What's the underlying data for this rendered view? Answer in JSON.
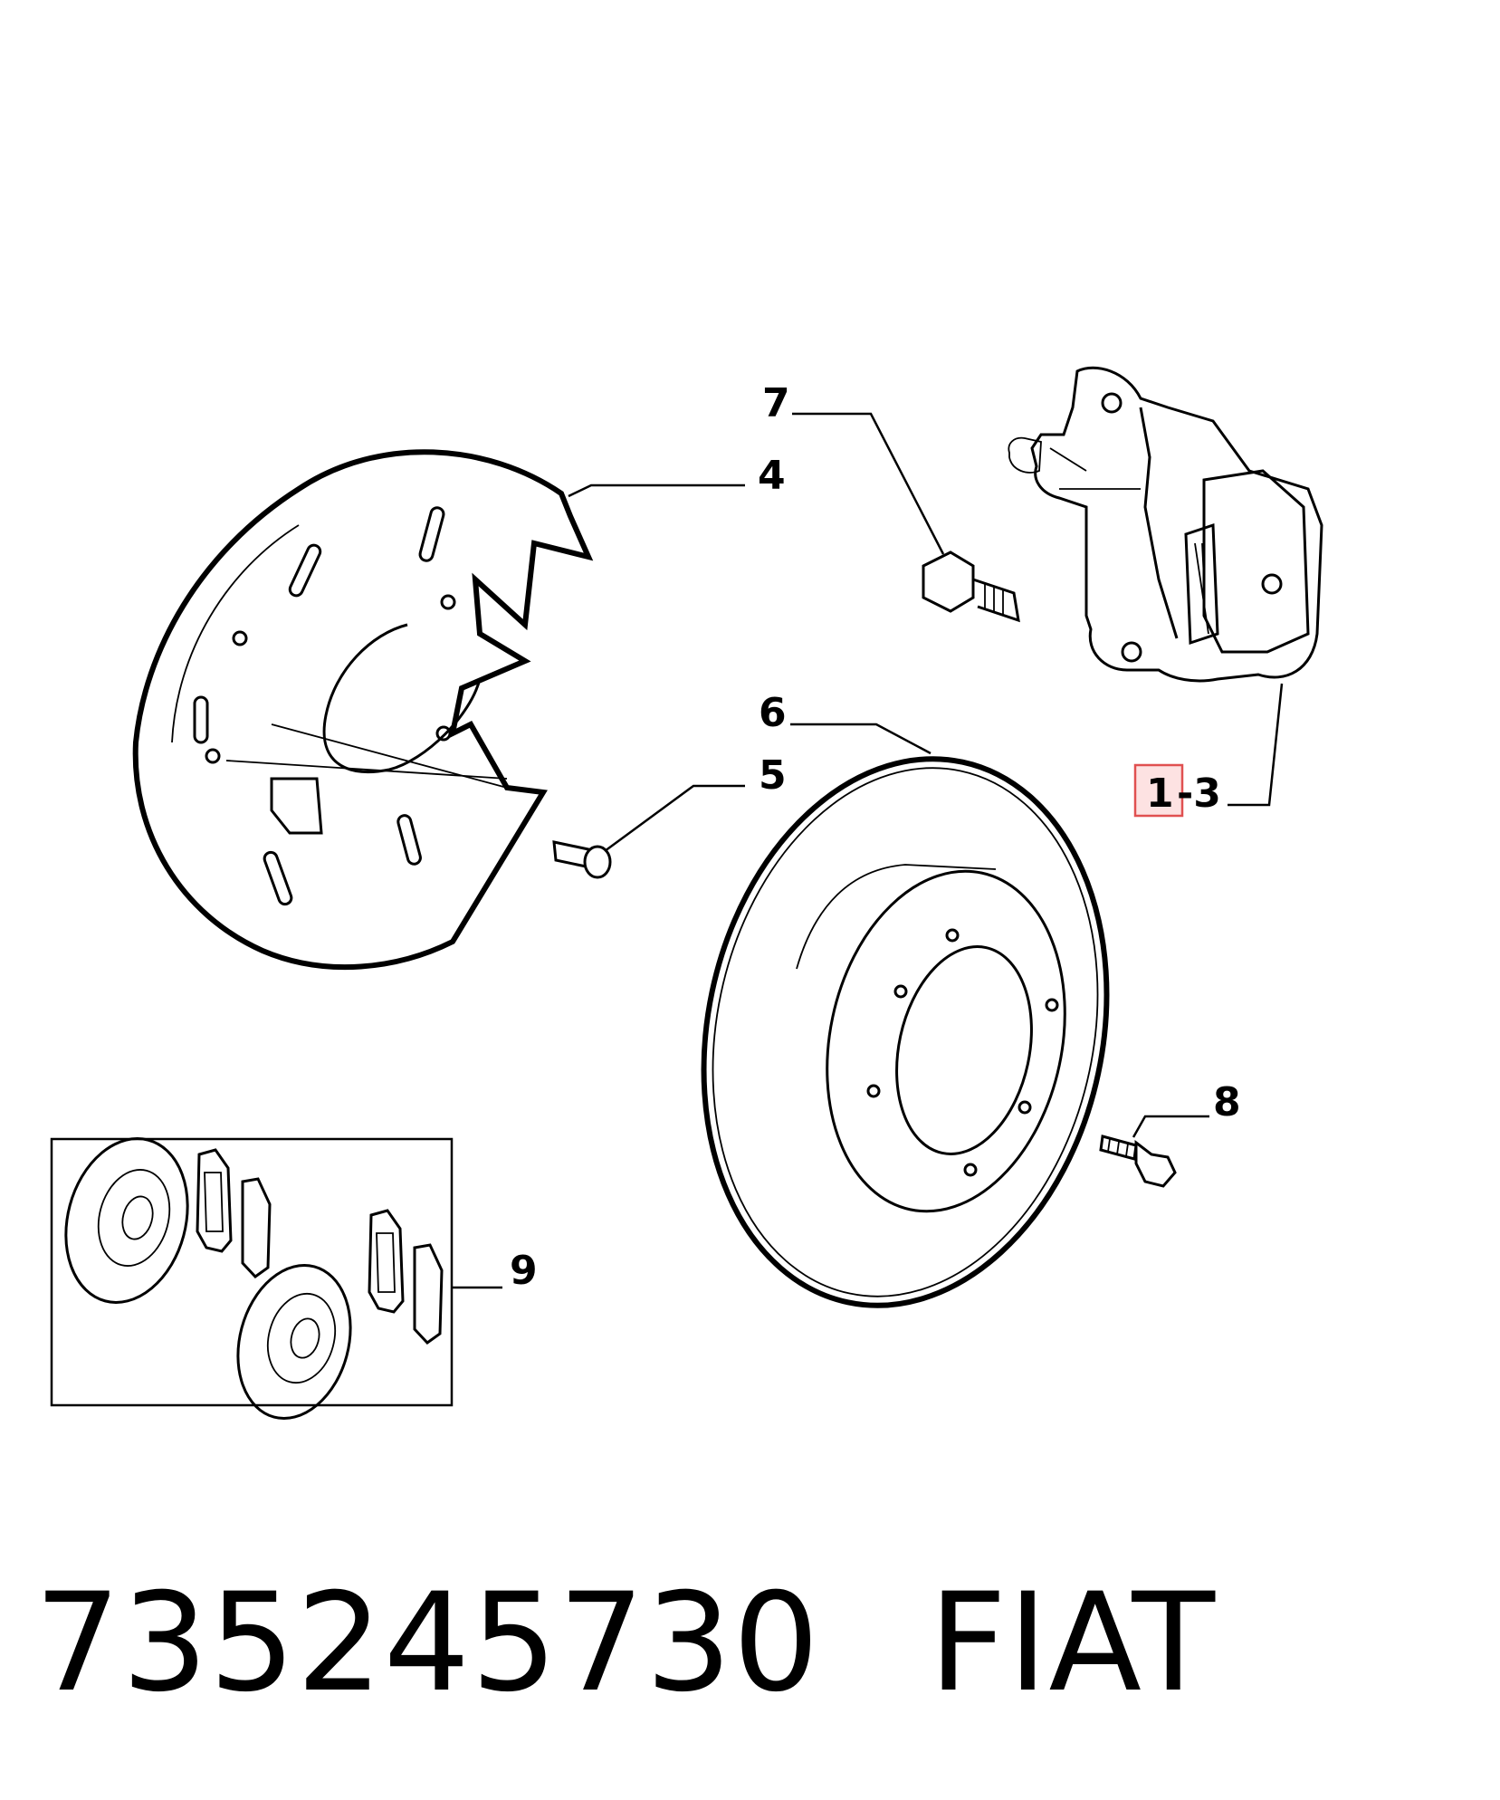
{
  "callouts": {
    "c7": "7",
    "c4": "4",
    "c6": "6",
    "c5": "5",
    "c1": "1",
    "c3": "-3",
    "c8": "8",
    "c9": "9"
  },
  "highlight_color": "#e05050",
  "caption": {
    "part_number": "735245730",
    "brand": "FIAT"
  }
}
